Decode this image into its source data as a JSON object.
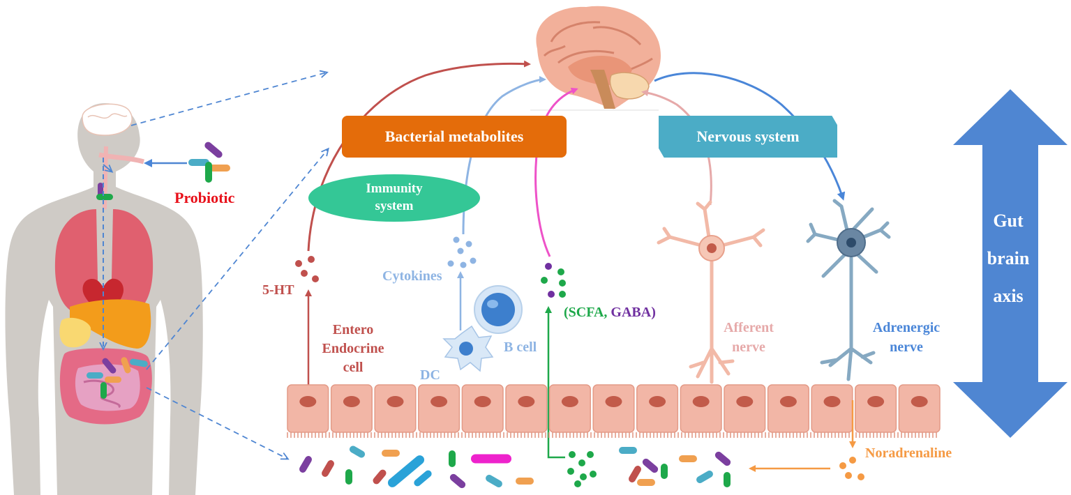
{
  "boxes": {
    "bacterial_metabolites": "Bacterial metabolites",
    "nervous_system": "Nervous system",
    "immunity_line1": "Immunity",
    "immunity_line2": "system"
  },
  "labels": {
    "probiotic": "Probiotic",
    "serotonin": "5-HT",
    "cytokines": "Cytokines",
    "entero_line1": "Entero",
    "entero_line2": "Endocrine",
    "entero_line3": "cell",
    "dc": "DC",
    "b_cell": "B cell",
    "scfa": "(SCFA,",
    "gaba": "GABA)",
    "afferent_line1": "Afferent",
    "afferent_line2": "nerve",
    "adrenergic_line1": "Adrenergic",
    "adrenergic_line2": "nerve",
    "noradrenaline": "Noradrenaline"
  },
  "axis": {
    "line1": "Gut",
    "line2": "brain",
    "line3": "axis"
  },
  "colors": {
    "metabolites_box": "#e46c0a",
    "nervous_box": "#4bacc6",
    "immunity_box": "#34c796",
    "serotonin_path": "#c0504d",
    "cytokine_path": "#8eb4e3",
    "scfa_path": "#ee52c8",
    "afferent_path": "#e6a9a9",
    "adrenergic_path": "#4a86d8",
    "axis_arrow": "#4f86d2",
    "probiotic_text": "#e8101a",
    "noradrenaline": "#f59a44",
    "scfa_text": "#1ea84a",
    "gaba_text": "#7030a0"
  },
  "icons": [
    "human-body-icon",
    "brain-icon",
    "neuron-icon",
    "b-cell-icon",
    "dendritic-cell-icon",
    "bacteria-icon",
    "intestinal-epithelium-icon"
  ]
}
